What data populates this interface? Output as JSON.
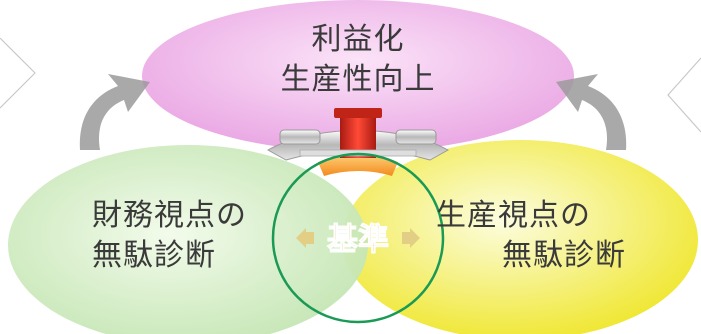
{
  "top_ellipse": {
    "line1": "利益化",
    "line2": "生産性向上",
    "color": "#f0b7ec"
  },
  "left_ellipse": {
    "line1": "財務視点の",
    "line2": "無駄診断",
    "color": "#d9efc9"
  },
  "right_ellipse": {
    "line1": "生産視点の",
    "line2": "無駄診断",
    "color": "#f5f24a"
  },
  "center_label": "基準",
  "overlap_outline_color": "#1a9a55",
  "connector_colors": {
    "chimney": "#d22a1e",
    "base": "#f39a2a"
  }
}
